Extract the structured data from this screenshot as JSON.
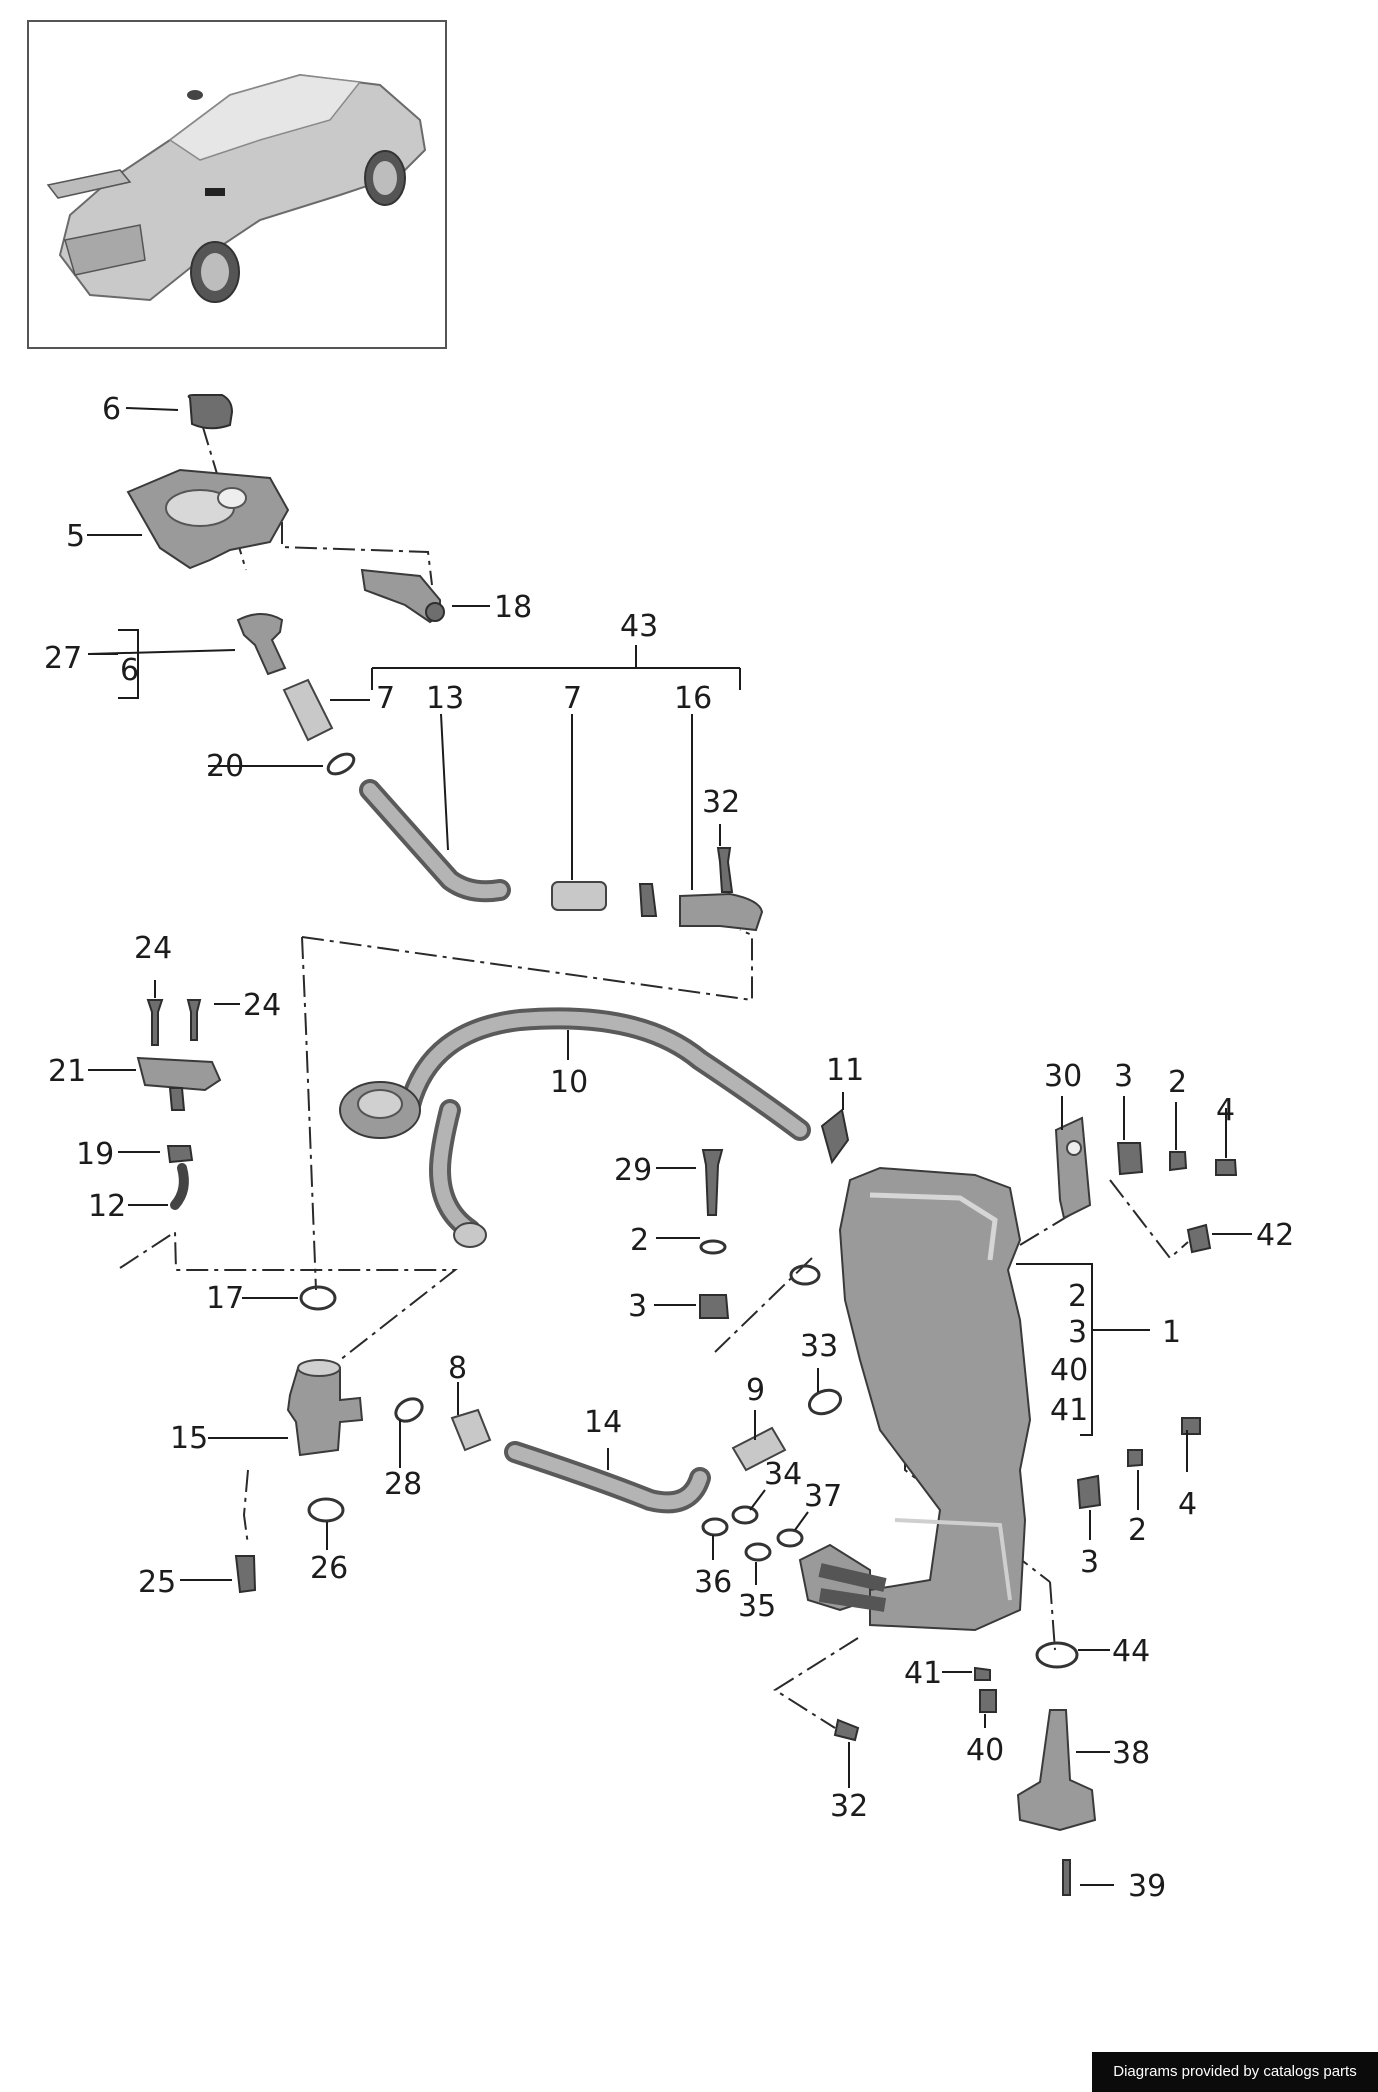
{
  "labels": {
    "l6a": "6",
    "l5": "5",
    "l18": "18",
    "l43": "43",
    "l27": "27",
    "l6b": "6",
    "l7a": "7",
    "l13": "13",
    "l7b": "7",
    "l16": "16",
    "l20": "20",
    "l32a": "32",
    "l24a": "24",
    "l24b": "24",
    "l21": "21",
    "l10": "10",
    "l11": "11",
    "l30": "30",
    "l3a": "3",
    "l2a": "2",
    "l4a": "4",
    "l19": "19",
    "l29": "29",
    "l12": "12",
    "l42": "42",
    "l2b": "2",
    "l2c": "2",
    "l17": "17",
    "l3b": "3",
    "l3c": "3",
    "l1": "1",
    "l33": "33",
    "l40a": "40",
    "l8": "8",
    "l9": "9",
    "l41a": "41",
    "l14": "14",
    "l15": "15",
    "l28": "28",
    "l4b": "4",
    "l34": "34",
    "l37": "37",
    "l2d": "2",
    "l26": "26",
    "l36": "36",
    "l3d": "3",
    "l25": "25",
    "l35": "35",
    "l44": "44",
    "l41b": "41",
    "l40b": "40",
    "l38": "38",
    "l32b": "32",
    "l39": "39"
  },
  "credit": "Diagrams provided by catalogs parts"
}
